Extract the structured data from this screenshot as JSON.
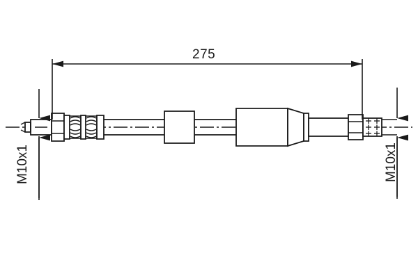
{
  "drawing": {
    "kind": "technical-part-drawing",
    "part": "brake-hose-assembly",
    "background_color": "#ffffff",
    "line_color": "#1a1a1a"
  },
  "dimensions": {
    "overall_length": {
      "label": "275",
      "units_shown": false
    },
    "thread_left": {
      "label": "M10x1"
    },
    "thread_right": {
      "label": "M10x1"
    }
  }
}
